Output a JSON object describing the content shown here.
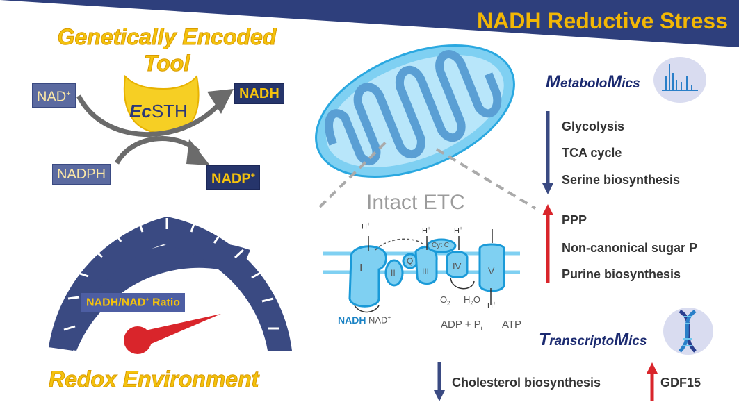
{
  "banner": {
    "title": "NADH Reductive Stress",
    "color": "#2e3f7c",
    "title_color": "#f2b705"
  },
  "tool": {
    "title": "Genetically Encoded Tool",
    "enzyme_prefix": "Ec",
    "enzyme_suffix": "STH",
    "nad_plus": "NAD",
    "nadh": "NADH",
    "nadph": "NADPH",
    "nadp_plus": "NADP",
    "plus_sup": "+"
  },
  "gauge": {
    "ratio_label": "NADH/NAD",
    "ratio_suffix": " Ratio",
    "title": "Redox Environment"
  },
  "etc": {
    "title": "Intact ETC",
    "complexes": [
      "I",
      "II",
      "Q",
      "III",
      "Cyt C",
      "IV",
      "V"
    ],
    "proton": "H",
    "nadh": "NADH",
    "nad_plus": "NAD",
    "o2": "O",
    "h2o_h": "H",
    "h2o_o": "O",
    "adp": "ADP + P",
    "adp_sub": "i",
    "atp": "ATP",
    "sub_2": "2"
  },
  "metabolomics": {
    "title_parts": [
      "M",
      "etabolo",
      "M",
      "ics"
    ],
    "down": [
      "Glycolysis",
      "TCA cycle",
      "Serine biosynthesis"
    ],
    "up": [
      "PPP",
      "Non-canonical sugar P",
      "Purine biosynthesis"
    ]
  },
  "transcriptomics": {
    "title_parts": [
      "T",
      "ranscripto",
      "M",
      "ics"
    ],
    "down": [
      "Cholesterol biosynthesis"
    ],
    "up": [
      "GDF15"
    ]
  },
  "colors": {
    "gold": "#f4c20d",
    "navy": "#26356b",
    "mito": "#6ec6ee",
    "down_arrow": "#3a4a82",
    "up_arrow": "#d9252b"
  }
}
